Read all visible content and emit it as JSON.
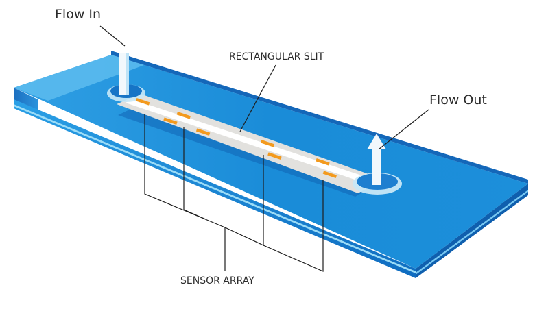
{
  "labels": {
    "flow_in": "Flow In",
    "flow_out": "Flow Out",
    "rectangular_slit": "RECTANGULAR SLIT",
    "sensor_array": "SENSOR ARRAY"
  },
  "colors": {
    "chip_top": "#1b8fd9",
    "chip_top_light": "#4fb4ec",
    "chip_edge_dark": "#1162b4",
    "chip_edge_light": "#7fd0f5",
    "channel": "#e2e1de",
    "slit": "#ffffff",
    "sensor": "#f39a1e",
    "leader_line": "#1f1f1f",
    "text": "#2b2b2b"
  },
  "sensor_count": 8
}
